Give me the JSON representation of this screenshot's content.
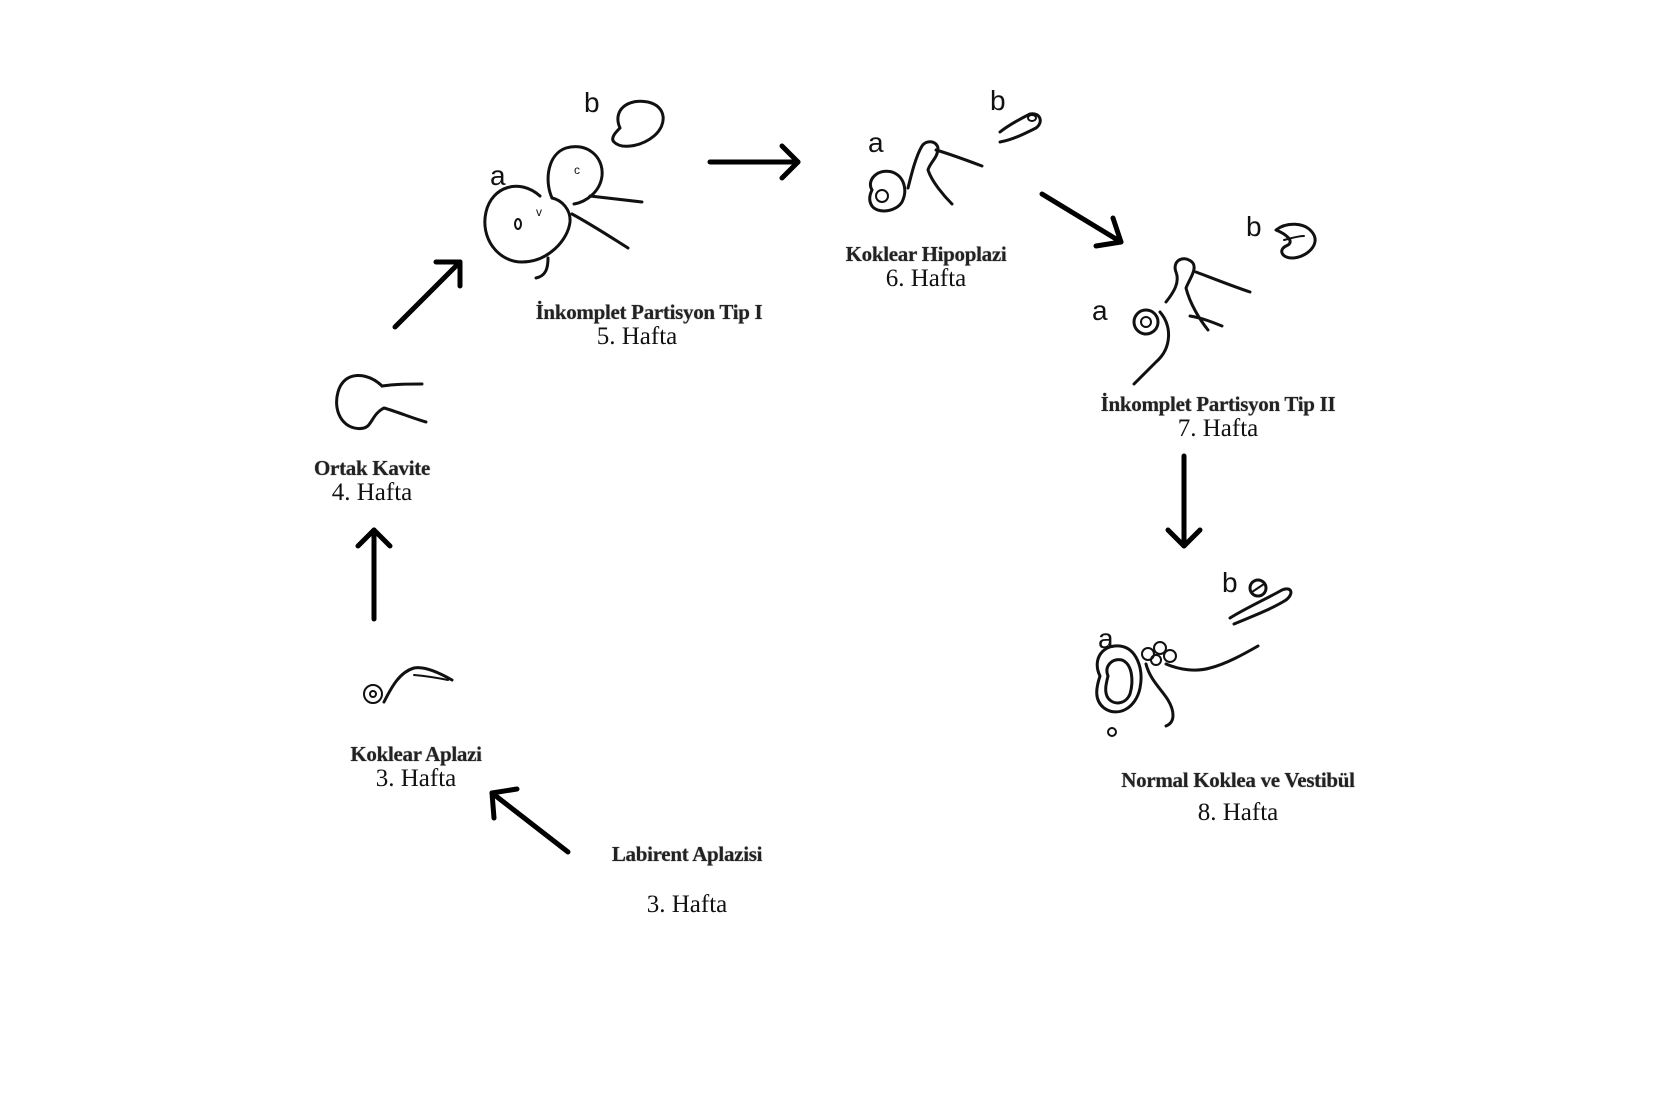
{
  "nodes": [
    {
      "id": "labirent",
      "name": "Labirent Aplazisi",
      "week": "3. Hafta"
    },
    {
      "id": "koklear-aplazi",
      "name": "Koklear Aplazi",
      "week": "3. Hafta"
    },
    {
      "id": "ortak-kavite",
      "name": "Ortak Kavite",
      "week": "4. Hafta"
    },
    {
      "id": "ip1",
      "name": "İnkomplet Partisyon Tip I",
      "week": "5. Hafta"
    },
    {
      "id": "hipoplazi",
      "name": "Koklear Hipoplazi",
      "week": "6. Hafta"
    },
    {
      "id": "ip2",
      "name": "İnkomplet Partisyon Tip II",
      "week": "7. Hafta"
    },
    {
      "id": "normal",
      "name": "Normal Koklea ve Vestibül",
      "week": "8. Hafta"
    }
  ],
  "sketch_labels": {
    "a": "a",
    "b": "b",
    "c": "c",
    "v": "v"
  },
  "edges": [
    {
      "from": "labirent",
      "to": "koklear-aplazi"
    },
    {
      "from": "koklear-aplazi",
      "to": "ortak-kavite"
    },
    {
      "from": "ortak-kavite",
      "to": "ip1"
    },
    {
      "from": "ip1",
      "to": "hipoplazi"
    },
    {
      "from": "hipoplazi",
      "to": "ip2"
    },
    {
      "from": "ip2",
      "to": "normal"
    }
  ]
}
